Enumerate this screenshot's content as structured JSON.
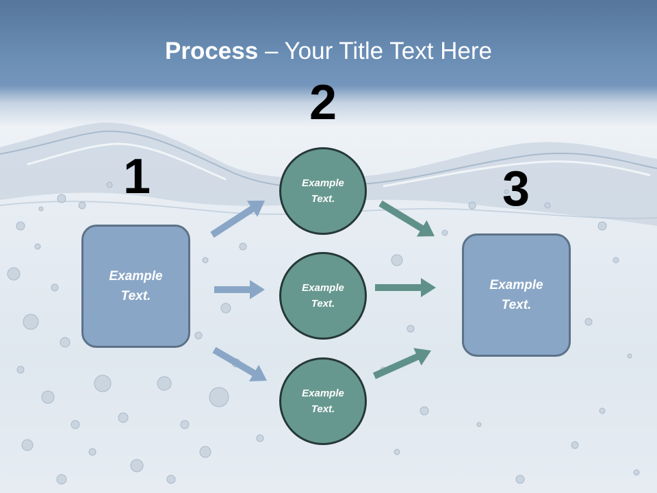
{
  "title": {
    "bold": "Process",
    "rest": " – Your Title Text Here"
  },
  "steps": [
    {
      "number": "1",
      "text": "Example\nText."
    },
    {
      "number": "2",
      "items": [
        "Example\nText.",
        "Example\nText.",
        "Example\nText."
      ]
    },
    {
      "number": "3",
      "text": "Example\nText."
    }
  ],
  "colors": {
    "header_blue": "#6a8db4",
    "box_fill": "#8aa6c6",
    "circle_fill": "#67988f",
    "arrow_blue": "#8aa6c6",
    "arrow_teal": "#5f918a"
  }
}
